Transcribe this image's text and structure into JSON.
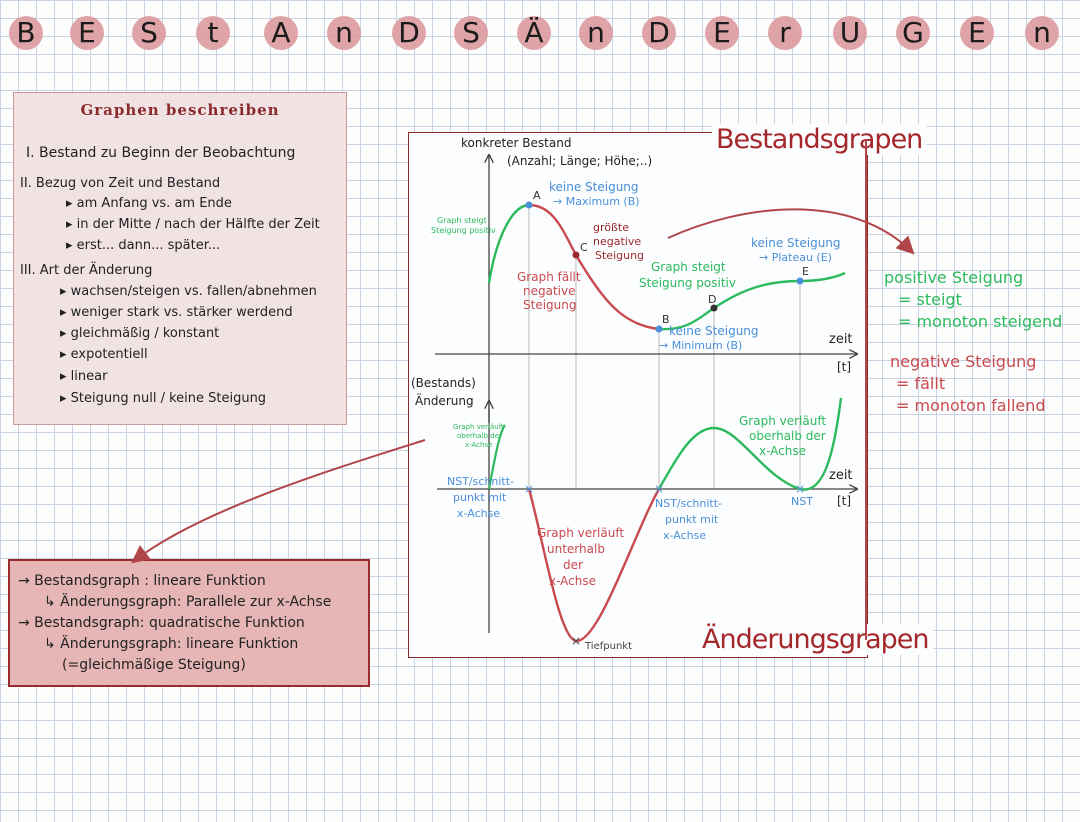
{
  "title_letters": [
    "B",
    "E",
    "S",
    "t",
    "A",
    "n",
    "D",
    "S",
    "Ä",
    "n",
    "D",
    "E",
    "r",
    "U",
    "G",
    "E",
    "n"
  ],
  "left_box": {
    "heading": "Graphen beschreiben",
    "lines": [
      "I. Bestand zu Beginn der Beobachtung",
      "II. Bezug von Zeit und Bestand",
      "▸ am Anfang vs. am Ende",
      "▸ in der Mitte / nach der Hälfte der Zeit",
      "▸ erst... dann... später...",
      "III. Art der Änderung",
      "▸ wachsen/steigen vs. fallen/abnehmen",
      "▸ weniger stark vs. stärker werdend",
      "▸ gleichmäßig / konstant",
      "▸ expotentiell",
      "▸ linear",
      "▸ Steigung null / keine Steigung"
    ]
  },
  "bottom_box": {
    "lines": [
      "→ Bestandsgraph : lineare Funktion",
      "↳ Änderungsgraph: Parallele zur x-Achse",
      "→ Bestandsgraph: quadratische Funktion",
      "↳ Änderungsgraph: lineare Funktion",
      "(=gleichmäßige Steigung)"
    ]
  },
  "diagram": {
    "bestands_title": "Bestandsgrapen",
    "aenderungs_title": "Änderungsgrapen",
    "top_y_label_1": "konkreter Bestand",
    "top_y_label_2": "(Anzahl; Länge; Höhe;..)",
    "x_label": "zeit",
    "x_unit": "[t]",
    "bottom_y_label_1": "(Bestands)",
    "bottom_y_label_2": "Änderung",
    "point_labels": [
      "A",
      "B",
      "C",
      "D",
      "E"
    ],
    "ann_max_1": "keine Steigung",
    "ann_max_2": "→ Maximum (B)",
    "ann_min_1": "keine Steigung",
    "ann_min_2": "→ Minimum (B)",
    "ann_plateau_1": "keine Steigung",
    "ann_plateau_2": "→ Plateau (E)",
    "ann_steigt_pos_1": "Graph steigt",
    "ann_steigt_pos_2": "Steigung positiv",
    "ann_steigt_small_1": "Graph steigt",
    "ann_steigt_small_2": "Steigung positiv",
    "ann_faellt_1": "Graph fällt",
    "ann_faellt_2": "negative",
    "ann_faellt_3": "Steigung",
    "ann_groesste_1": "größte",
    "ann_groesste_2": "negative",
    "ann_groesste_3": "Steigung",
    "ann_oberhalb_small_1": "Graph verläuft",
    "ann_oberhalb_small_2": "oberhalb der",
    "ann_oberhalb_small_3": "x-Achse",
    "ann_oberhalb_1": "Graph verläuft",
    "ann_oberhalb_2": "oberhalb der",
    "ann_oberhalb_3": "x-Achse",
    "ann_unterhalb_1": "Graph verläuft",
    "ann_unterhalb_2": "unterhalb",
    "ann_unterhalb_3": "der",
    "ann_unterhalb_4": "x-Achse",
    "ann_nst1_1": "NST/schnitt-",
    "ann_nst1_2": "punkt mit",
    "ann_nst1_3": "x-Achse",
    "ann_nst2_1": "NST/schnitt-",
    "ann_nst2_2": "punkt mit",
    "ann_nst2_3": "x-Achse",
    "ann_nst3": "NST",
    "ann_tiefpunkt": "Tiefpunkt"
  },
  "side_notes": {
    "pos_1": "positive Steigung",
    "pos_2": "= steigt",
    "pos_3": "= monoton steigend",
    "neg_1": "negative Steigung",
    "neg_2": "= fällt",
    "neg_3": "= monoton fallend"
  },
  "colors": {
    "green": "#2dba5d",
    "red": "#c84a4e",
    "blue": "#4a90d9",
    "dark_red": "#9c2a2d",
    "pink": "#dc9a9e"
  }
}
